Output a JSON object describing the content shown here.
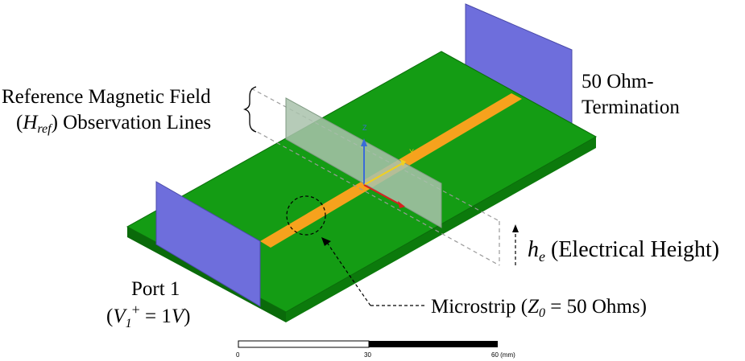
{
  "labels": {
    "ref_field_line1": "Reference Magnetic Field",
    "ref_field_paren_open": "(",
    "ref_field_symbol": "H",
    "ref_field_subscript": "ref",
    "ref_field_paren_close": ")",
    "ref_field_line2_rest": " Observation Lines",
    "termination_line1": "50 Ohm-",
    "termination_line2": "Termination",
    "height_symbol": "h",
    "height_subscript": "e",
    "height_text": " (Electrical Height)",
    "port_line1": "Port 1",
    "port_paren_open": "(",
    "port_symbol": "V",
    "port_subscript": "1",
    "port_superscript": "+",
    "port_equals": " = 1",
    "port_unit": "V",
    "port_paren_close": ")",
    "microstrip_text": "Microstrip (",
    "microstrip_symbol": "Z",
    "microstrip_subscript": "0",
    "microstrip_value": " = 50 Ohms)"
  },
  "axes": {
    "z_label": "Z",
    "y_label": "Y"
  },
  "scale_bar": {
    "tick_start": "0",
    "tick_mid": "30",
    "tick_end": "60 (mm)"
  },
  "colors": {
    "substrate_top": "#149c14",
    "substrate_edge": "#0c7a0c",
    "microstrip": "#f6a21d",
    "port_plane": "#6e6edc",
    "observation_plane": "#9ab89e",
    "dashed_line": "#9a9a9a"
  }
}
